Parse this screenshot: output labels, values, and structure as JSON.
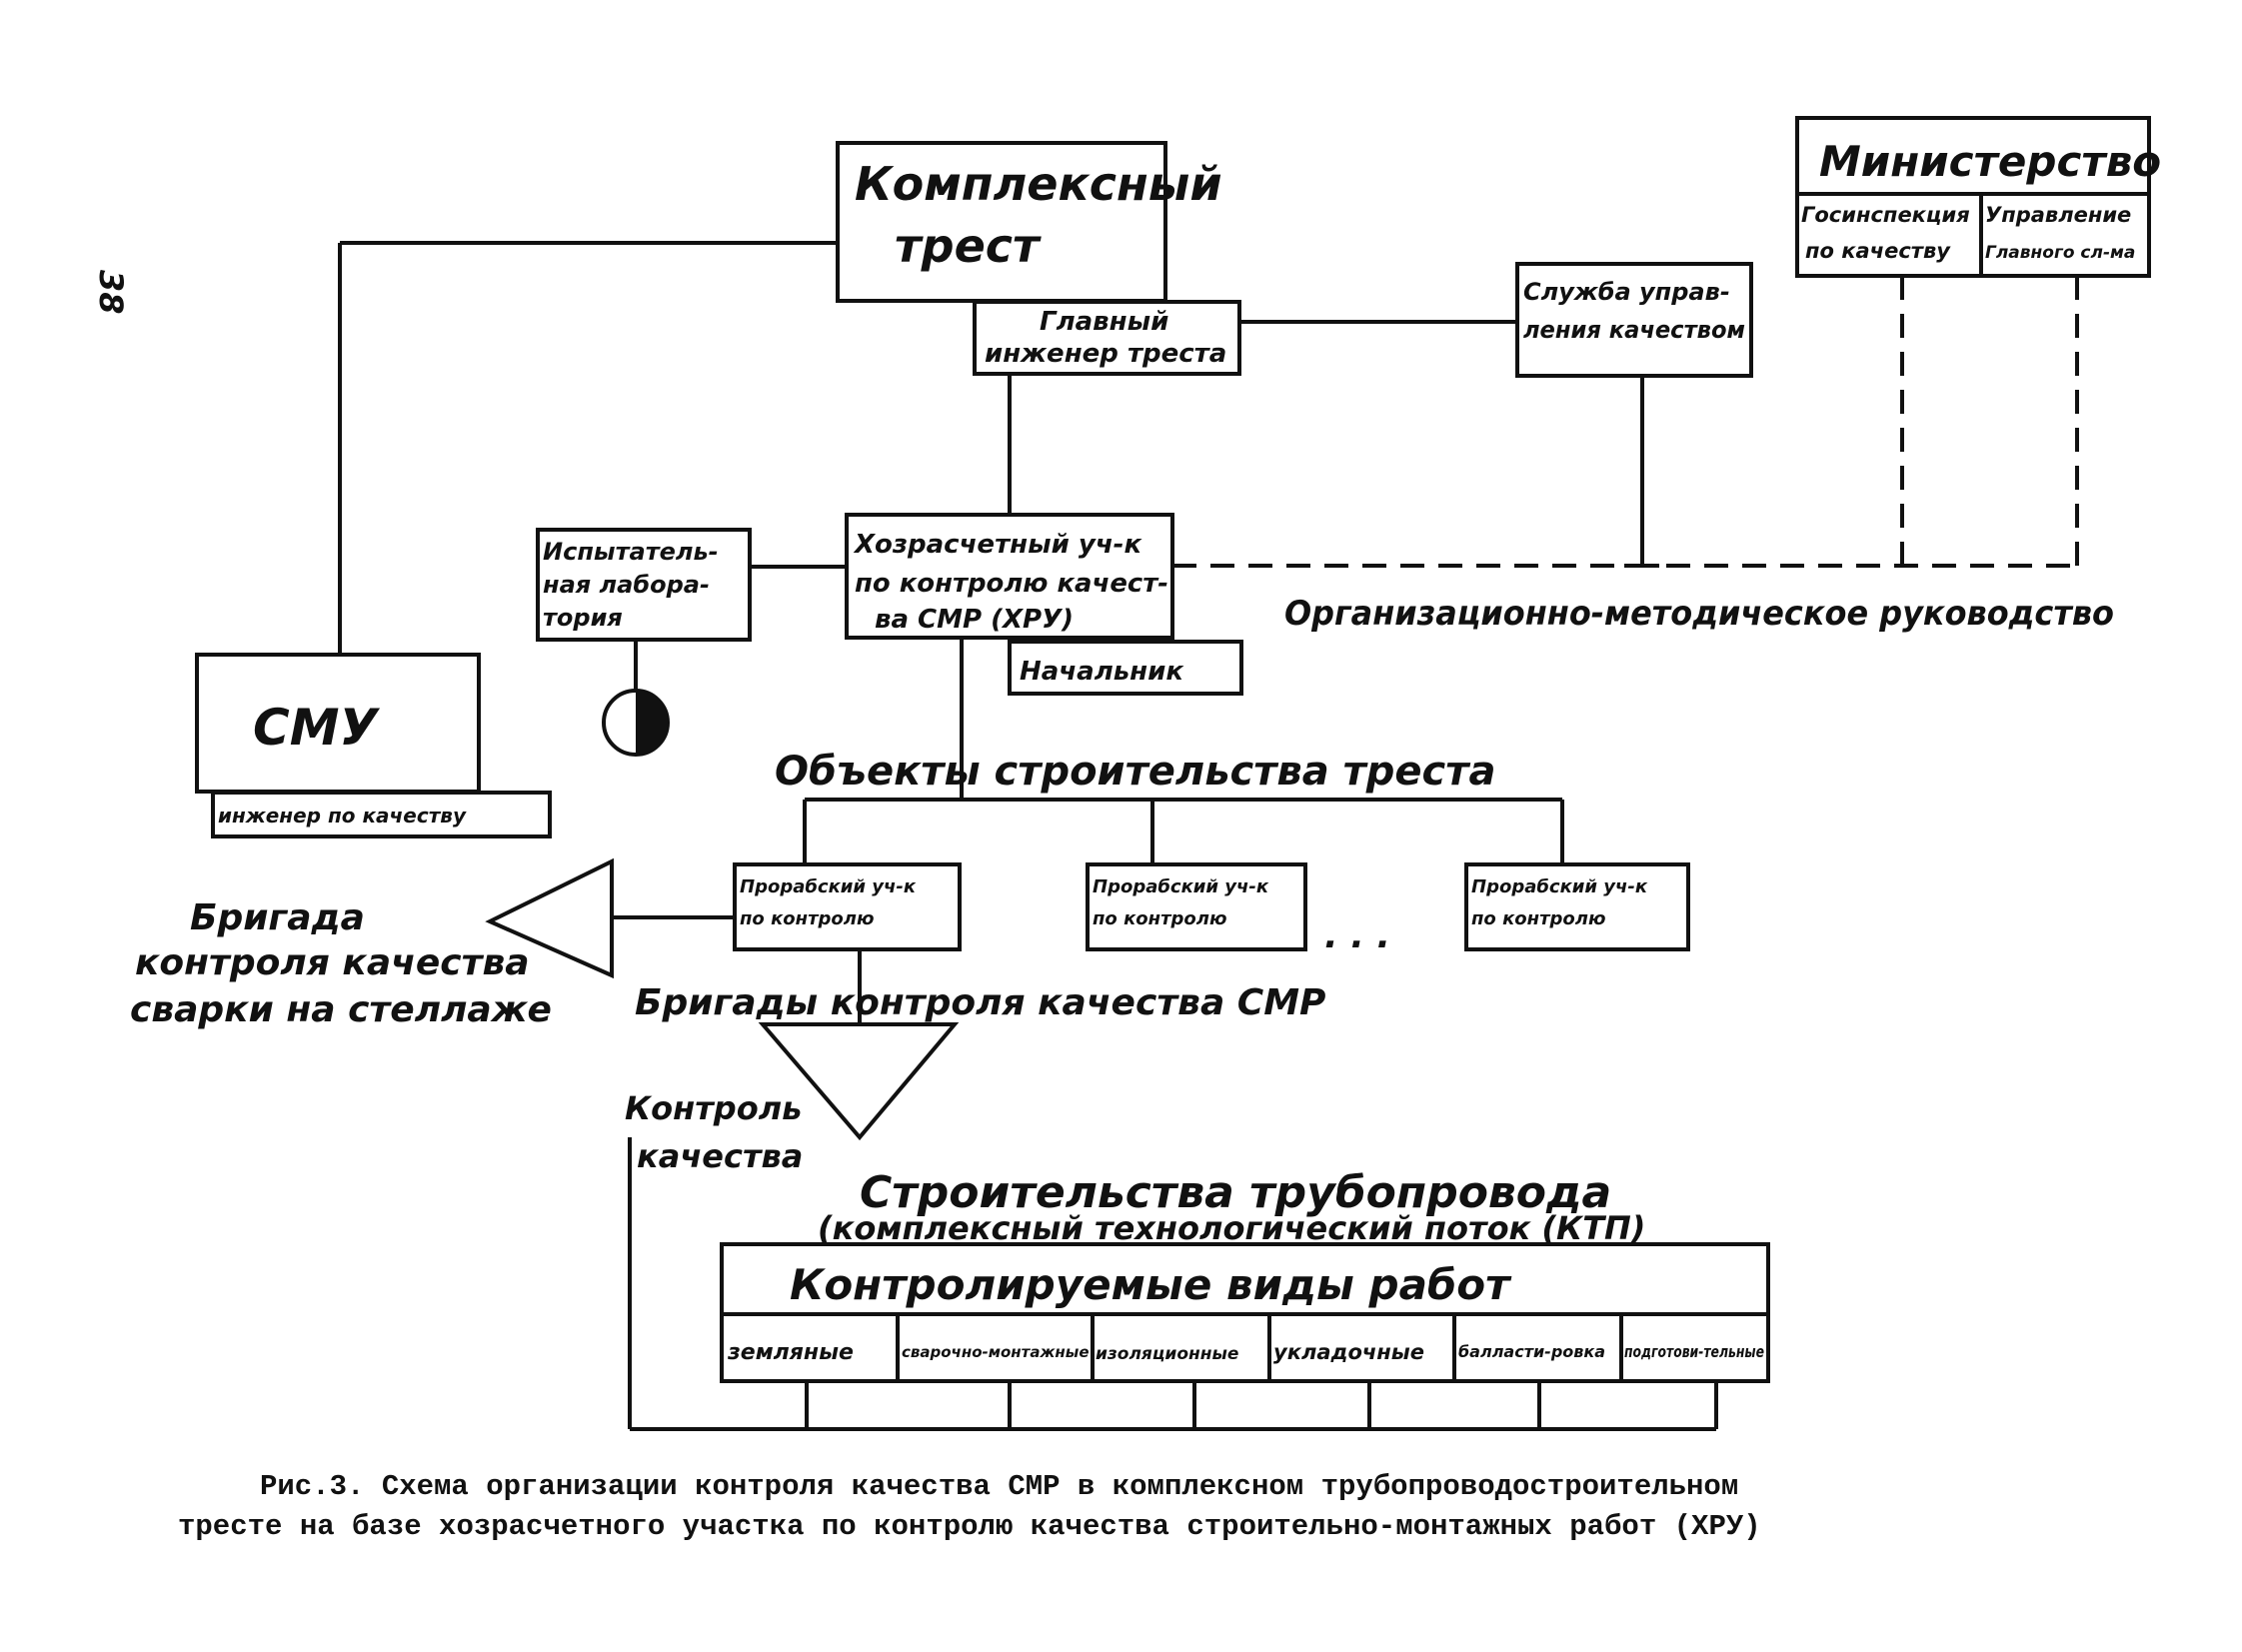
{
  "page_number": "38",
  "boxes": {
    "trust": {
      "line1": "Комплексный",
      "line2": "трест"
    },
    "chief_engineer": {
      "line1": "Главный",
      "line2": "инженер треста"
    },
    "quality_service": {
      "line1": "Служба управ-",
      "line2": "ления качеством"
    },
    "ministry": {
      "title": "Министерство",
      "left_line1": "Госинспекция",
      "left_line2": "по качеству",
      "right_line1": "Управление",
      "right_line2": "Главного сл-ма"
    },
    "khru": {
      "line1": "Хозрасчетный уч-к",
      "line2": "по контролю качест-",
      "line3": "ва СМР (ХРУ)"
    },
    "head": {
      "label": "Начальник"
    },
    "lab": {
      "line1": "Испытатель-",
      "line2": "ная лабора-",
      "line3": "тория"
    },
    "smu": {
      "label": "СМУ",
      "sub": "инженер по качеству"
    },
    "section1": {
      "line1": "Прорабский уч-к",
      "line2": "по контролю"
    },
    "section2": {
      "line1": "Прорабский уч-к",
      "line2": "по контролю"
    },
    "section3": {
      "line1": "Прорабский уч-к",
      "line2": "по контролю"
    },
    "works": {
      "title": "Контролируемые виды работ",
      "cells": [
        "земляные",
        "сварочно-монтажные",
        "изоляционные",
        "укладочные",
        "балласти-ровка",
        "подготови-тельные"
      ]
    }
  },
  "labels": {
    "org_method": "Организационно-методическое руководство",
    "objects": "Объекты строительства треста",
    "welding_brigade_line1": "Бригада",
    "welding_brigade_line2": "контроля качества",
    "welding_brigade_line3": "сварки на стеллаже",
    "brigades": "Бригады контроля качества СМР",
    "quality_control_line1": "Контроль",
    "quality_control_line2": "качества",
    "construction_line1": "Строительства трубопровода",
    "construction_line2": "(комплексный технологический поток (КТП)",
    "ellipsis": ". . ."
  },
  "caption": {
    "line1": "Рис.3. Схема организации контроля качества СМР в комплексном трубопроводостроительном",
    "line2": "тресте на базе хозрасчетного участка по контролю качества строительно-монтажных работ (ХРУ)"
  }
}
